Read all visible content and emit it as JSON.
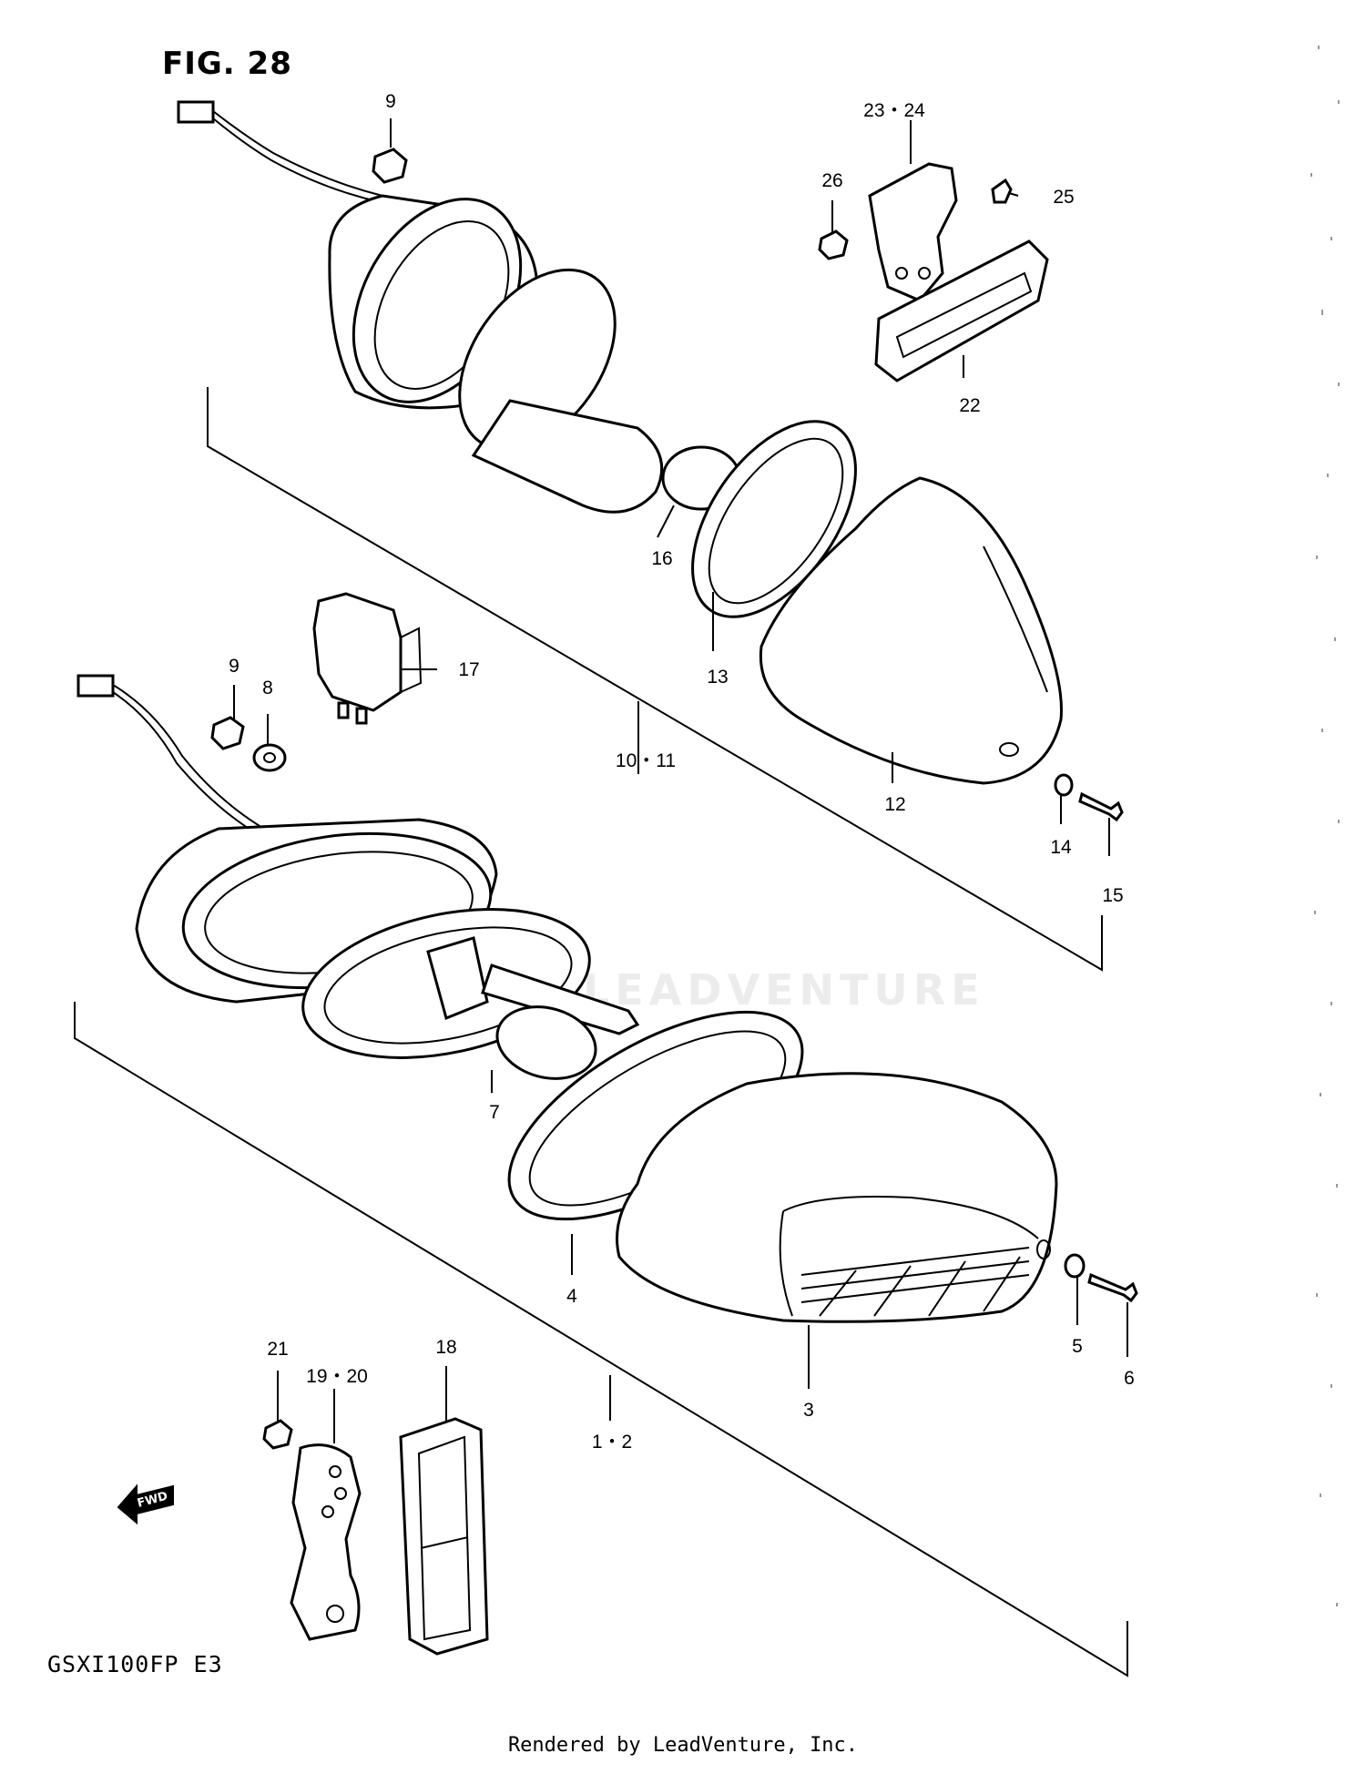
{
  "figure": {
    "title": "FIG. 28",
    "model_code": "GSXI100FP E3",
    "footer": "Rendered by LeadVenture, Inc.",
    "watermark": "LEADVENTURE",
    "fwd_label": "FWD"
  },
  "callouts": [
    {
      "id": "c9a",
      "text": "9"
    },
    {
      "id": "c2324",
      "text": "23・24"
    },
    {
      "id": "c26",
      "text": "26"
    },
    {
      "id": "c25",
      "text": "25"
    },
    {
      "id": "c22",
      "text": "22"
    },
    {
      "id": "c16",
      "text": "16"
    },
    {
      "id": "c13",
      "text": "13"
    },
    {
      "id": "c17",
      "text": "17"
    },
    {
      "id": "c9b",
      "text": "9"
    },
    {
      "id": "c8",
      "text": "8"
    },
    {
      "id": "c1011",
      "text": "10・11"
    },
    {
      "id": "c12",
      "text": "12"
    },
    {
      "id": "c14",
      "text": "14"
    },
    {
      "id": "c15",
      "text": "15"
    },
    {
      "id": "c7",
      "text": "7"
    },
    {
      "id": "c4",
      "text": "4"
    },
    {
      "id": "c5",
      "text": "5"
    },
    {
      "id": "c6",
      "text": "6"
    },
    {
      "id": "c3",
      "text": "3"
    },
    {
      "id": "c21",
      "text": "21"
    },
    {
      "id": "c1920",
      "text": "19・20"
    },
    {
      "id": "c18",
      "text": "18"
    },
    {
      "id": "c12b",
      "text": "1・2"
    }
  ]
}
